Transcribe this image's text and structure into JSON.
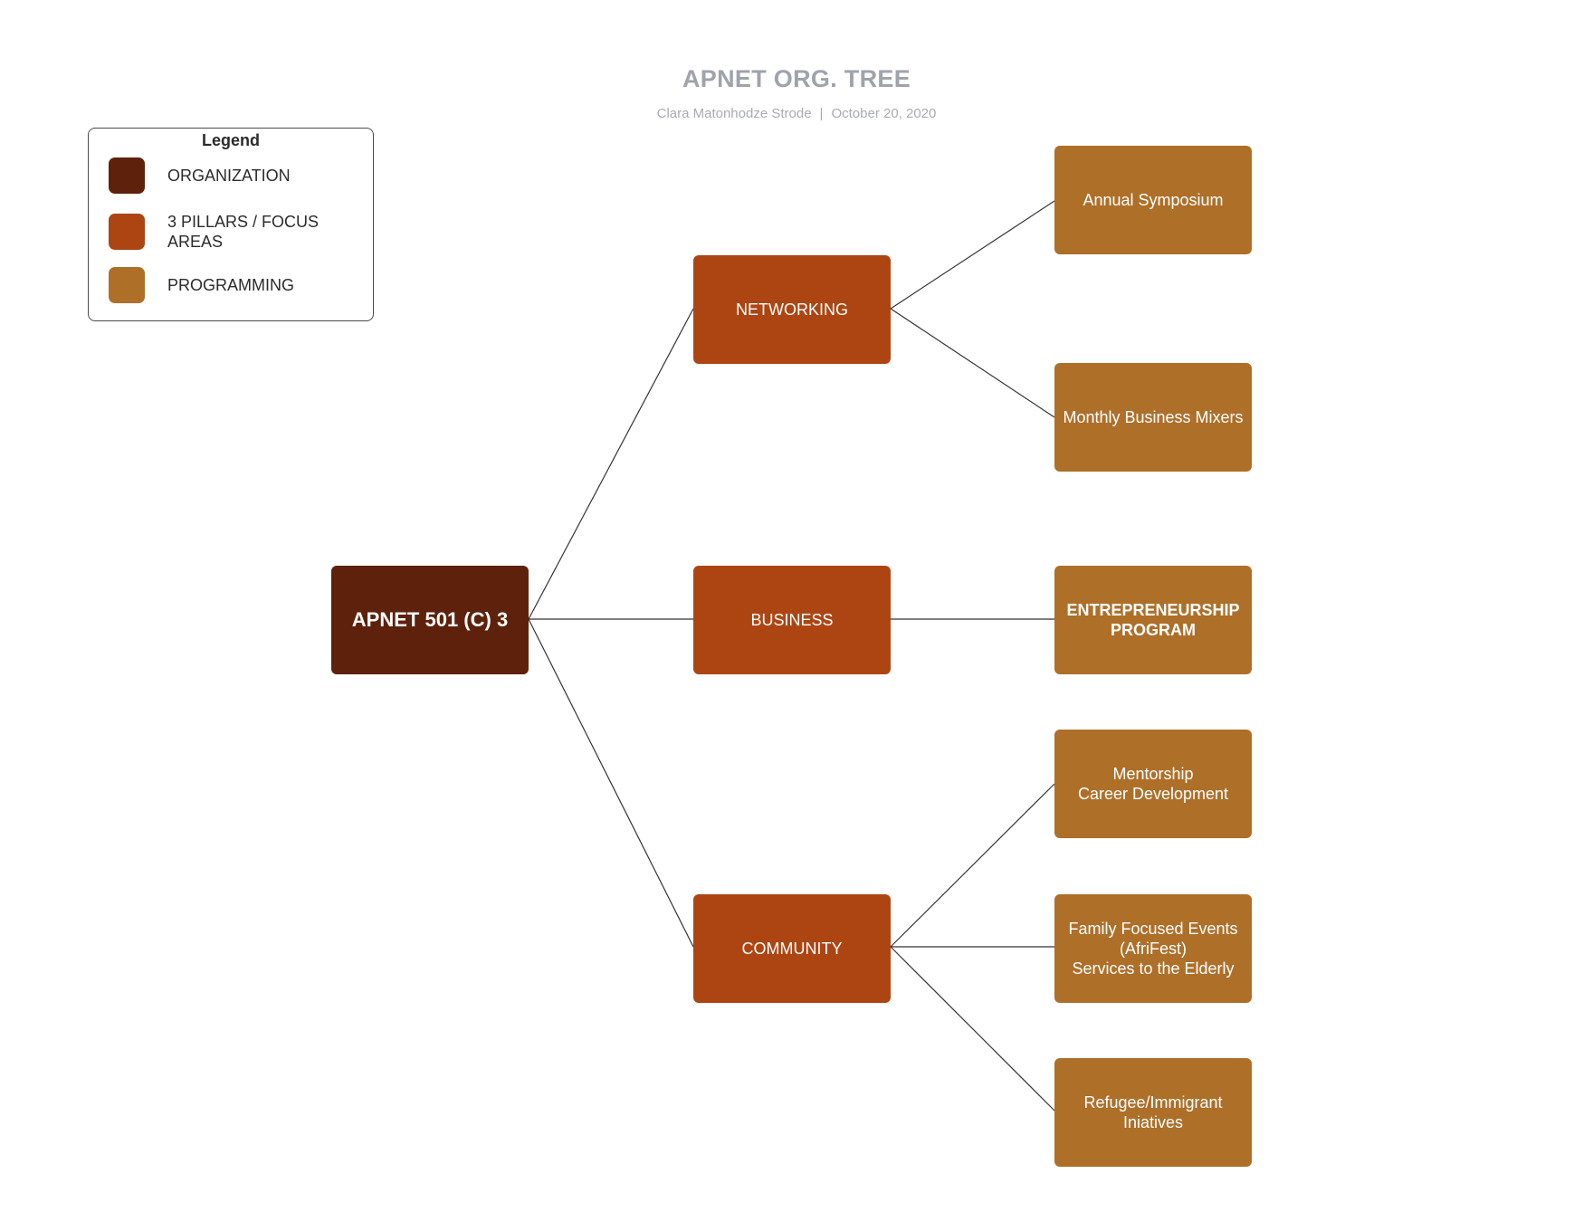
{
  "title": "APNET ORG. TREE",
  "subtitle": {
    "author": "Clara Matonhodze Strode",
    "separator": "|",
    "date": "October 20, 2020"
  },
  "legend": {
    "title": "Legend",
    "items": [
      {
        "label": "ORGANIZATION",
        "color": "#5e210c"
      },
      {
        "label": "3 PILLARS / FOCUS AREAS",
        "color": "#ad4513"
      },
      {
        "label": "PROGRAMMING",
        "color": "#ae6f29"
      }
    ]
  },
  "colors": {
    "organization": "#5e210c",
    "pillar": "#ad4513",
    "programming": "#ae6f29",
    "connector": "#333333"
  },
  "root": {
    "label": "APNET 501 (C) 3"
  },
  "pillars": [
    {
      "label": "NETWORKING"
    },
    {
      "label": "BUSINESS"
    },
    {
      "label": "COMMUNITY"
    }
  ],
  "programs": [
    {
      "label": "Annual Symposium",
      "pillar": "NETWORKING"
    },
    {
      "label": "Monthly Business Mixers",
      "pillar": "NETWORKING"
    },
    {
      "label": "ENTREPRENEURSHIP PROGRAM",
      "pillar": "BUSINESS"
    },
    {
      "label": "Mentorship\nCareer Development",
      "pillar": "COMMUNITY"
    },
    {
      "label": "Family Focused Events\n(AfriFest)\nServices to the Elderly",
      "pillar": "COMMUNITY"
    },
    {
      "label": "Refugee/Immigrant\nIniatives",
      "pillar": "COMMUNITY"
    }
  ]
}
